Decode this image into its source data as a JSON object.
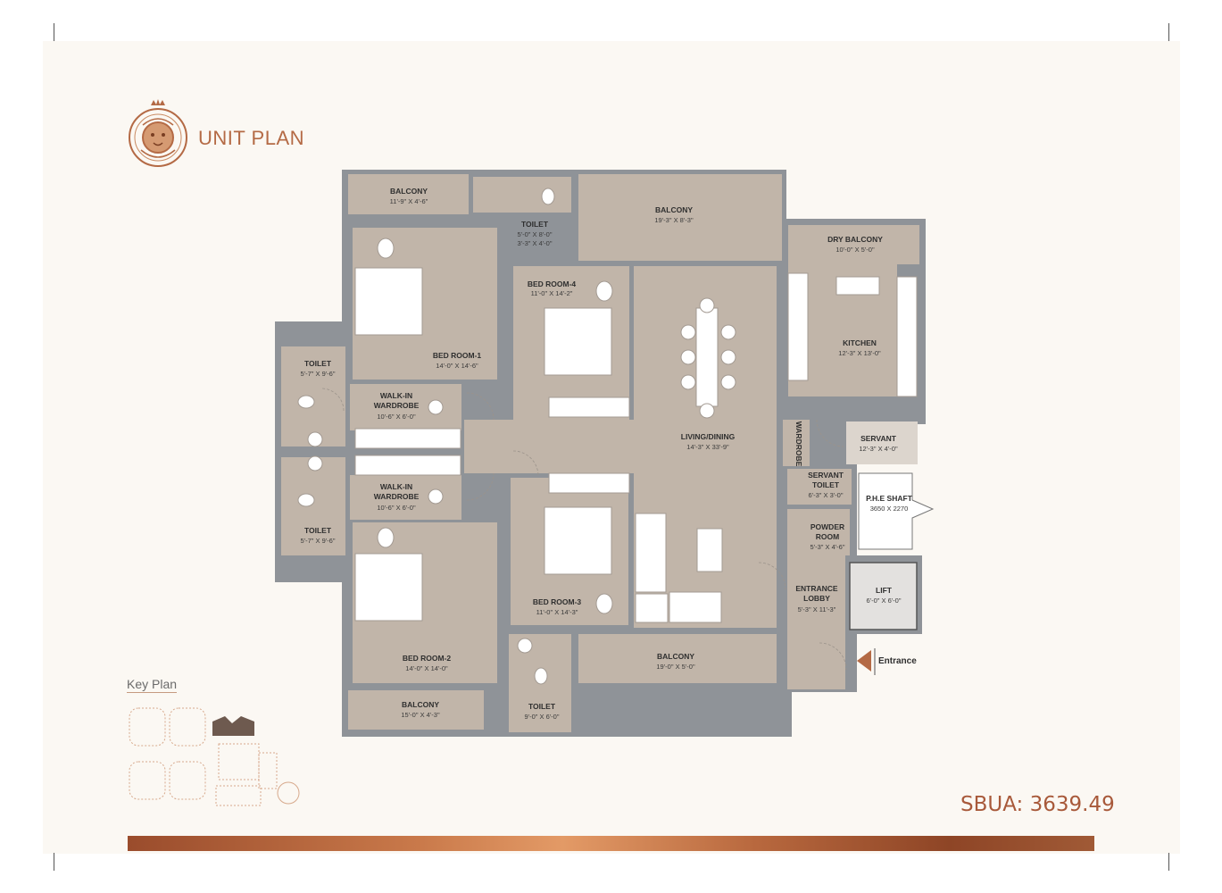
{
  "header": {
    "title": "UNIT PLAN"
  },
  "key_plan": {
    "label": "Key Plan"
  },
  "sbua": {
    "label": "SBUA: 3639.49"
  },
  "rooms": {
    "balcony_top_left": {
      "name": "BALCONY",
      "dim": "11'-9\" X 4'-6\""
    },
    "toilet_top": {
      "name": "TOILET",
      "dim1": "5'-0\" X 8'-0\"",
      "dim2": "3'-3\" X 4'-0\""
    },
    "balcony_top": {
      "name": "BALCONY",
      "dim": "19'-3\" X 8'-3\""
    },
    "dry_balcony": {
      "name": "DRY BALCONY",
      "dim": "10'-0\" X 5'-0\""
    },
    "bedroom1": {
      "name": "BED ROOM-1",
      "dim": "14'-0\" X 14'-6\""
    },
    "bedroom4": {
      "name": "BED ROOM-4",
      "dim": "11'-0\" X 14'-2\""
    },
    "kitchen": {
      "name": "KITCHEN",
      "dim": "12'-3\" X 13'-0\""
    },
    "toilet_left_top": {
      "name": "TOILET",
      "dim": "5'-7\" X 9'-6\""
    },
    "walkin1": {
      "name1": "WALK-IN",
      "name2": "WARDROBE",
      "dim": "10'-6\" X 6'-0\""
    },
    "living": {
      "name": "LIVING/DINING",
      "dim": "14'-3\" X 33'-9\""
    },
    "wardrobe": {
      "name": "WARDROBE"
    },
    "servant": {
      "name": "SERVANT",
      "dim": "12'-3\" X 4'-0\""
    },
    "walkin2": {
      "name1": "WALK-IN",
      "name2": "WARDROBE",
      "dim": "10'-6\" X 6'-0\""
    },
    "servant_toilet": {
      "name1": "SERVANT",
      "name2": "TOILET",
      "dim": "6'-3\" X 3'-0\""
    },
    "phe_shaft": {
      "name": "P.H.E SHAFT",
      "dim": "3650 X 2270"
    },
    "toilet_left_bottom": {
      "name": "TOILET",
      "dim": "5'-7\" X 9'-6\""
    },
    "powder": {
      "name1": "POWDER",
      "name2": "ROOM",
      "dim": "5'-3\" X 4'-6\""
    },
    "lift": {
      "name": "LIFT",
      "dim": "6'-0\" X 6'-0\""
    },
    "entrance_lobby": {
      "name1": "ENTRANCE",
      "name2": "LOBBY",
      "dim": "5'-3\" X 11'-3\""
    },
    "bedroom3": {
      "name": "BED ROOM-3",
      "dim": "11'-0\" X 14'-3\""
    },
    "bedroom2": {
      "name": "BED ROOM-2",
      "dim": "14'-0\" X 14'-0\""
    },
    "balcony_bottom": {
      "name": "BALCONY",
      "dim": "19'-0\" X 5'-0\""
    },
    "balcony_bottom_left": {
      "name": "BALCONY",
      "dim": "15'-0\" X 4'-3\""
    },
    "toilet_bottom": {
      "name": "TOILET",
      "dim": "9'-0\" X 6'-0\""
    }
  },
  "entrance": {
    "label": "Entrance"
  },
  "colors": {
    "floor": "#c1b5a9",
    "wall": "#8f9398",
    "copper": "#b46a45",
    "background": "#fbf8f3"
  }
}
